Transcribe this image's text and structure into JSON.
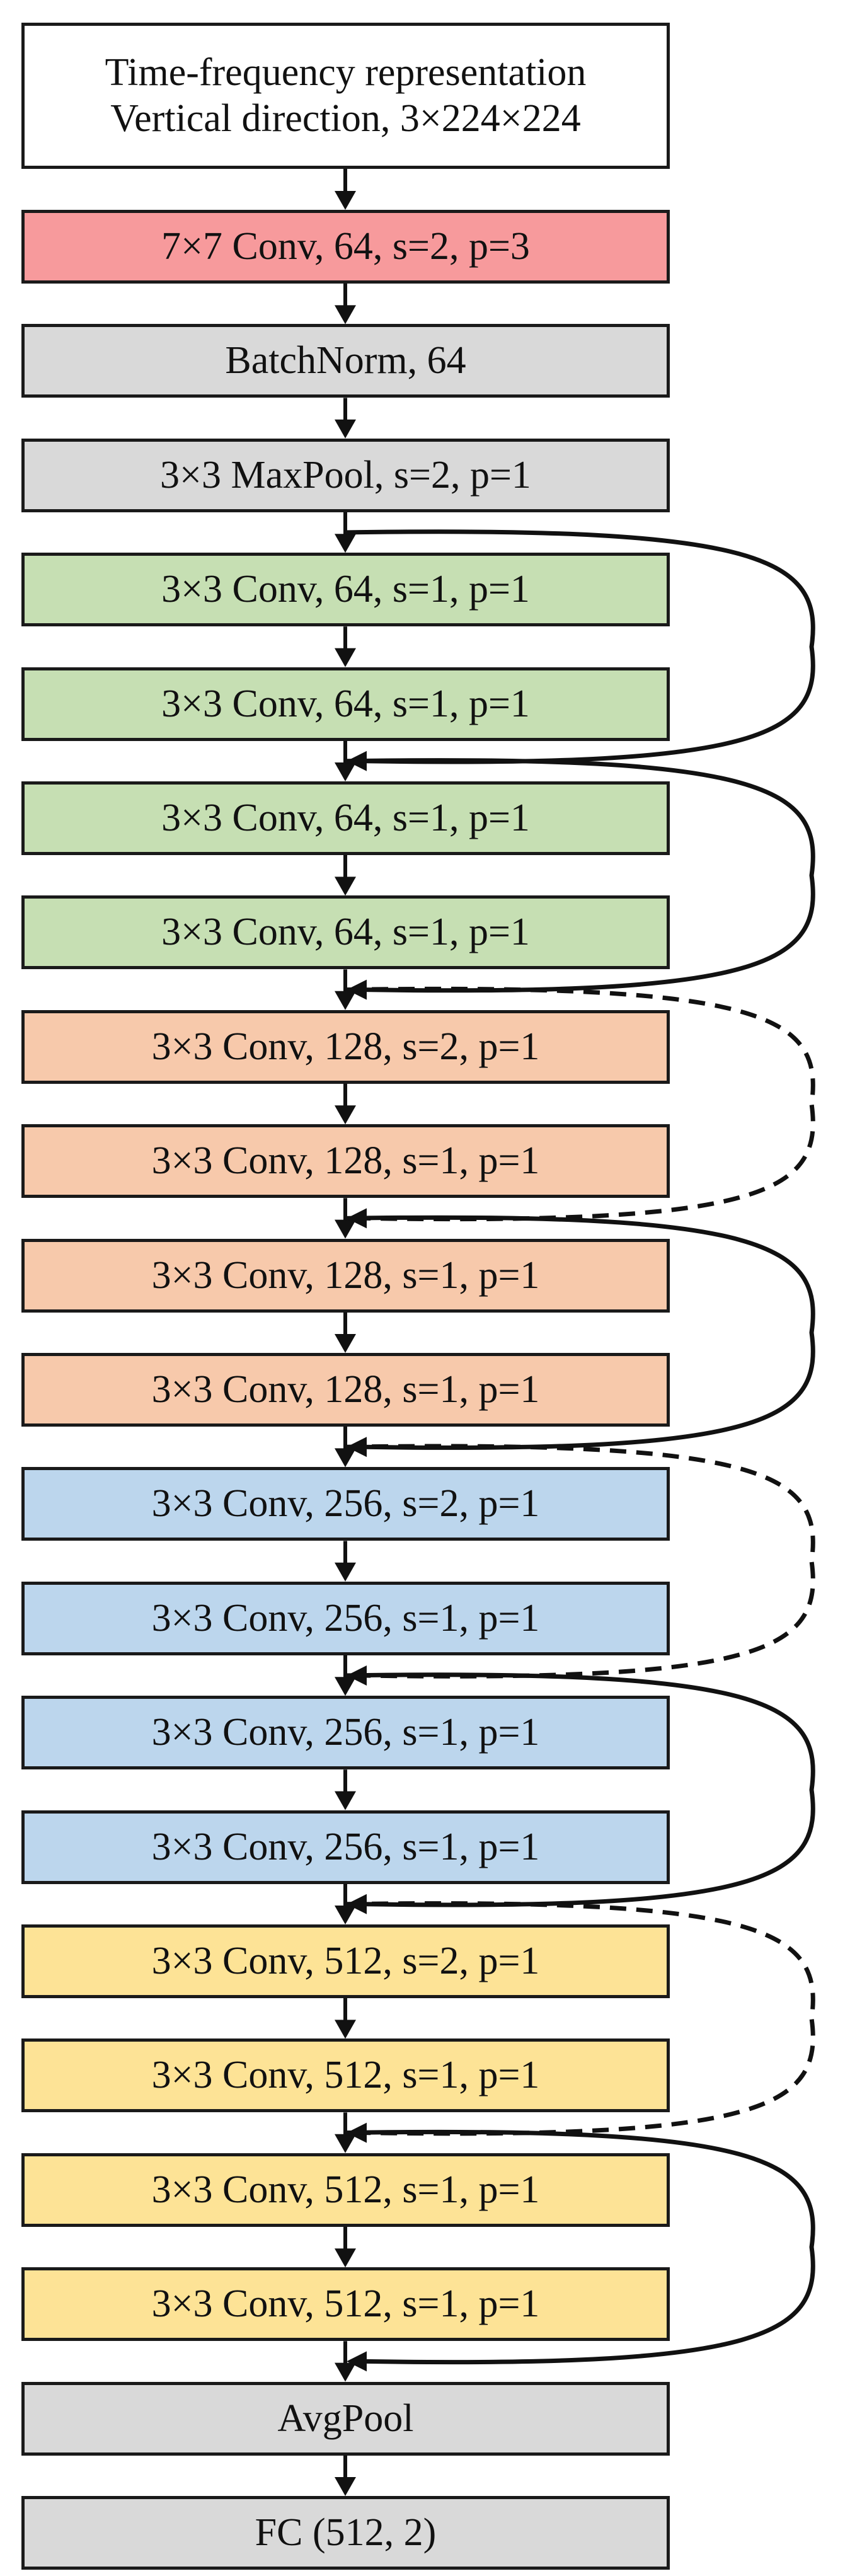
{
  "input_block": {
    "line1": "Time-frequency representation",
    "line2": "Vertical direction, 3×224×224"
  },
  "layers": [
    {
      "label": "7×7 Conv, 64, s=2, p=3",
      "color": "#f79a9c"
    },
    {
      "label": "BatchNorm, 64",
      "color": "#d9d9d9"
    },
    {
      "label": "3×3 MaxPool, s=2, p=1",
      "color": "#d9d9d9"
    },
    {
      "label": "3×3 Conv, 64, s=1, p=1",
      "color": "#c6dfb3"
    },
    {
      "label": "3×3 Conv, 64, s=1, p=1",
      "color": "#c6dfb3"
    },
    {
      "label": "3×3 Conv, 64, s=1, p=1",
      "color": "#c6dfb3"
    },
    {
      "label": "3×3 Conv, 64, s=1, p=1",
      "color": "#c6dfb3"
    },
    {
      "label": "3×3 Conv, 128, s=2, p=1",
      "color": "#f7c9ab"
    },
    {
      "label": "3×3 Conv, 128, s=1, p=1",
      "color": "#f7c9ab"
    },
    {
      "label": "3×3 Conv, 128, s=1, p=1",
      "color": "#f7c9ab"
    },
    {
      "label": "3×3 Conv, 128, s=1, p=1",
      "color": "#f7c9ab"
    },
    {
      "label": "3×3 Conv, 256, s=2, p=1",
      "color": "#bcd6ed"
    },
    {
      "label": "3×3 Conv, 256, s=1, p=1",
      "color": "#bcd6ed"
    },
    {
      "label": "3×3 Conv, 256, s=1, p=1",
      "color": "#bcd6ed"
    },
    {
      "label": "3×3 Conv, 256, s=1, p=1",
      "color": "#bcd6ed"
    },
    {
      "label": "3×3 Conv, 512, s=2, p=1",
      "color": "#fde396"
    },
    {
      "label": "3×3 Conv, 512, s=1, p=1",
      "color": "#fde396"
    },
    {
      "label": "3×3 Conv, 512, s=1, p=1",
      "color": "#fde396"
    },
    {
      "label": "3×3 Conv, 512, s=1, p=1",
      "color": "#fde396"
    },
    {
      "label": "AvgPool",
      "color": "#d9d9d9"
    },
    {
      "label": "FC (512, 2)",
      "color": "#d9d9d9"
    }
  ],
  "skip_connections": [
    {
      "from_layer": 2,
      "to_layer": 4,
      "style": "solid"
    },
    {
      "from_layer": 4,
      "to_layer": 6,
      "style": "solid"
    },
    {
      "from_layer": 6,
      "to_layer": 8,
      "style": "dashed"
    },
    {
      "from_layer": 8,
      "to_layer": 10,
      "style": "solid"
    },
    {
      "from_layer": 10,
      "to_layer": 12,
      "style": "dashed"
    },
    {
      "from_layer": 12,
      "to_layer": 14,
      "style": "solid"
    },
    {
      "from_layer": 14,
      "to_layer": 16,
      "style": "dashed"
    },
    {
      "from_layer": 16,
      "to_layer": 18,
      "style": "solid"
    }
  ],
  "colors": {
    "stroke": "#111111",
    "input_fill": "#ffffff"
  }
}
